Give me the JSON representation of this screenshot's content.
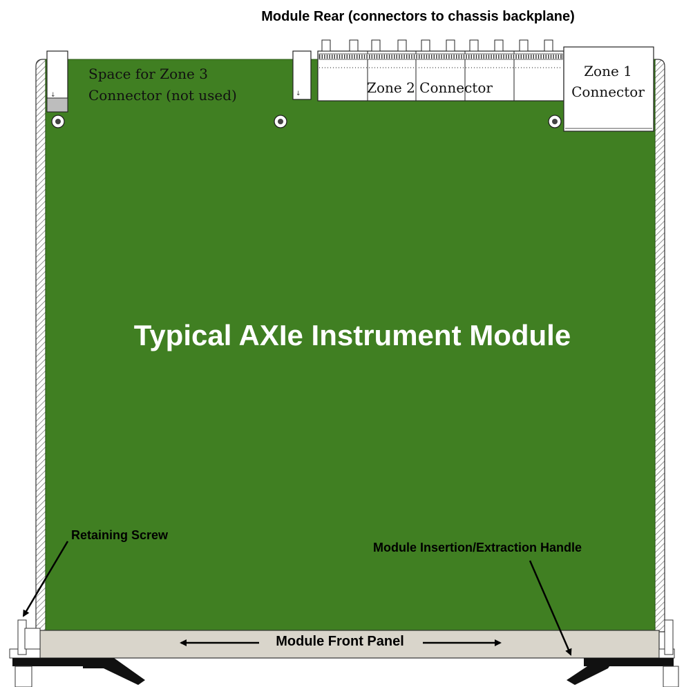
{
  "labels": {
    "module_rear": "Module Rear (connectors to chassis backplane)",
    "zone3_line1": "Space for Zone 3",
    "zone3_line2": "Connector (not used)",
    "zone2": "Zone 2 Connector",
    "zone1_line1": "Zone 1",
    "zone1_line2": "Connector",
    "module_title": "Typical AXIe Instrument Module",
    "retaining_screw": "Retaining Screw",
    "handle": "Module Insertion/Extraction Handle",
    "front_panel": "Module Front Panel"
  },
  "colors": {
    "pcb_green": "#407f22",
    "front_panel": "#d9d5cb",
    "connector_fill": "#ffffff",
    "rail_hatch": "#555555",
    "handle_black": "#111111"
  }
}
